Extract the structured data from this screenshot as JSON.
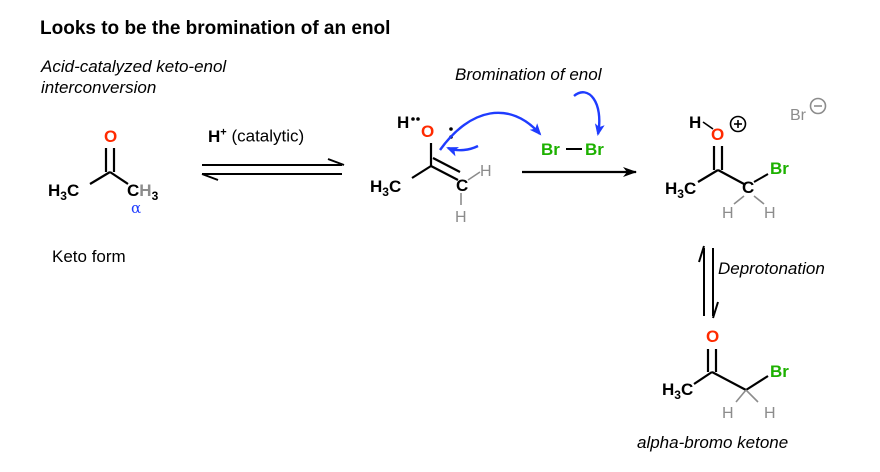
{
  "title": "Looks to be the bromination of an enol",
  "subtitle_line1": "Acid-catalyzed keto-enol",
  "subtitle_line2": "interconversion",
  "enol_step_label": "Bromination of enol",
  "keto_form_label": "Keto form",
  "catalyst_label": "(catalytic)",
  "deprotonation_label": "Deprotonation",
  "product_label": "alpha-bromo ketone",
  "alpha_label": "α",
  "colors": {
    "oxygen": "#ff2a00",
    "bromine": "#1db100",
    "arrow": "#1f3cff",
    "hydrogen": "#8c8c8c",
    "text": "#000000"
  }
}
